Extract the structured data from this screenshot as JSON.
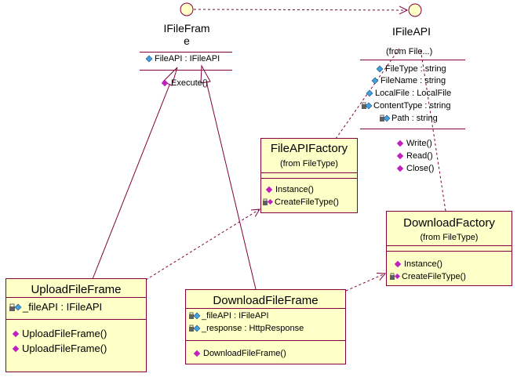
{
  "interfaces": {
    "iframe": {
      "name": "IFileFrame",
      "name_lines": [
        "IFileFram",
        "e"
      ],
      "attributes": [
        "FileAPI : IFileAPI"
      ],
      "operations": [
        "Execute()"
      ]
    },
    "ifileapi": {
      "name": "IFileAPI",
      "from": "(from File...)",
      "attributes": [
        "FileType : string",
        "FileName : string",
        "LocalFile : LocalFile",
        "ContentType : string",
        "Path : string"
      ],
      "operations": [
        "Write()",
        "Read()",
        "Close()"
      ]
    }
  },
  "classes": {
    "fileapifactory": {
      "name": "FileAPIFactory",
      "from": "(from FileType)",
      "operations": [
        "Instance()",
        "CreateFileType()"
      ]
    },
    "downloadfactory": {
      "name": "DownloadFactory",
      "from": "(from FileType)",
      "operations": [
        "Instance()",
        "CreateFileType()"
      ]
    },
    "uploadfileframe": {
      "name": "UploadFileFrame",
      "attributes": [
        "_fileAPI : IFileAPI"
      ],
      "operations": [
        "UploadFileFrame()",
        "UploadFileFrame()"
      ]
    },
    "downloadfileframe": {
      "name": "DownloadFileFrame",
      "attributes": [
        "_fileAPI : IFileAPI",
        "_response : HttpResponse"
      ],
      "operations": [
        "DownloadFileFrame()"
      ]
    }
  },
  "colors": {
    "line": "#800040",
    "fill": "#ffffc8",
    "public_icon": "#40a0e0",
    "op_icon": "#c020c0",
    "private_lock": "#606060"
  }
}
